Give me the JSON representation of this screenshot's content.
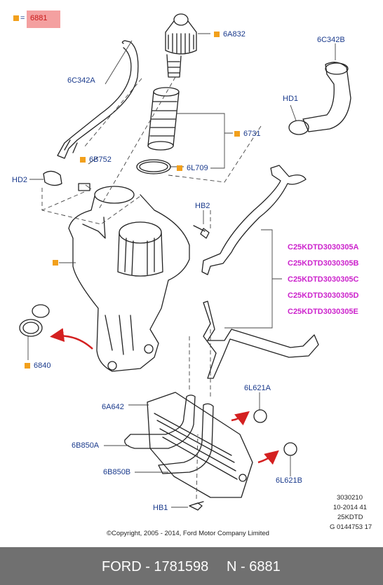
{
  "legend": {
    "equals": "=",
    "code": "6881"
  },
  "labels": {
    "6A832": "6A832",
    "6C342A": "6C342A",
    "6C342B": "6C342B",
    "HD1": "HD1",
    "6731": "6731",
    "6B752": "6B752",
    "HD2": "HD2",
    "6L709": "6L709",
    "HB2": "HB2",
    "6840": "6840",
    "6L621A": "6L621A",
    "6A642": "6A642",
    "6B850A": "6B850A",
    "6B850B": "6B850B",
    "6L621B": "6L621B",
    "HB1": "HB1"
  },
  "parts_list": [
    "C25KDTD3030305A",
    "C25KDTD3030305B",
    "C25KDTD3030305C",
    "C25KDTD3030305D",
    "C25KDTD3030305E"
  ],
  "meta": {
    "line1": "3030210",
    "line2": "10-2014 41",
    "line3": "25KDTD",
    "line4": "G 0144753 17"
  },
  "copyright": "©Copyright, 2005 - 2014, Ford Motor Company Limited",
  "footer": {
    "left": "FORD - 1781598",
    "right": "N - 6881"
  },
  "colors": {
    "accent": "#f2a01c",
    "label": "#1a3a8c",
    "parts": "#cc22cc",
    "arrow": "#d42020",
    "footer_bg": "#707070"
  }
}
